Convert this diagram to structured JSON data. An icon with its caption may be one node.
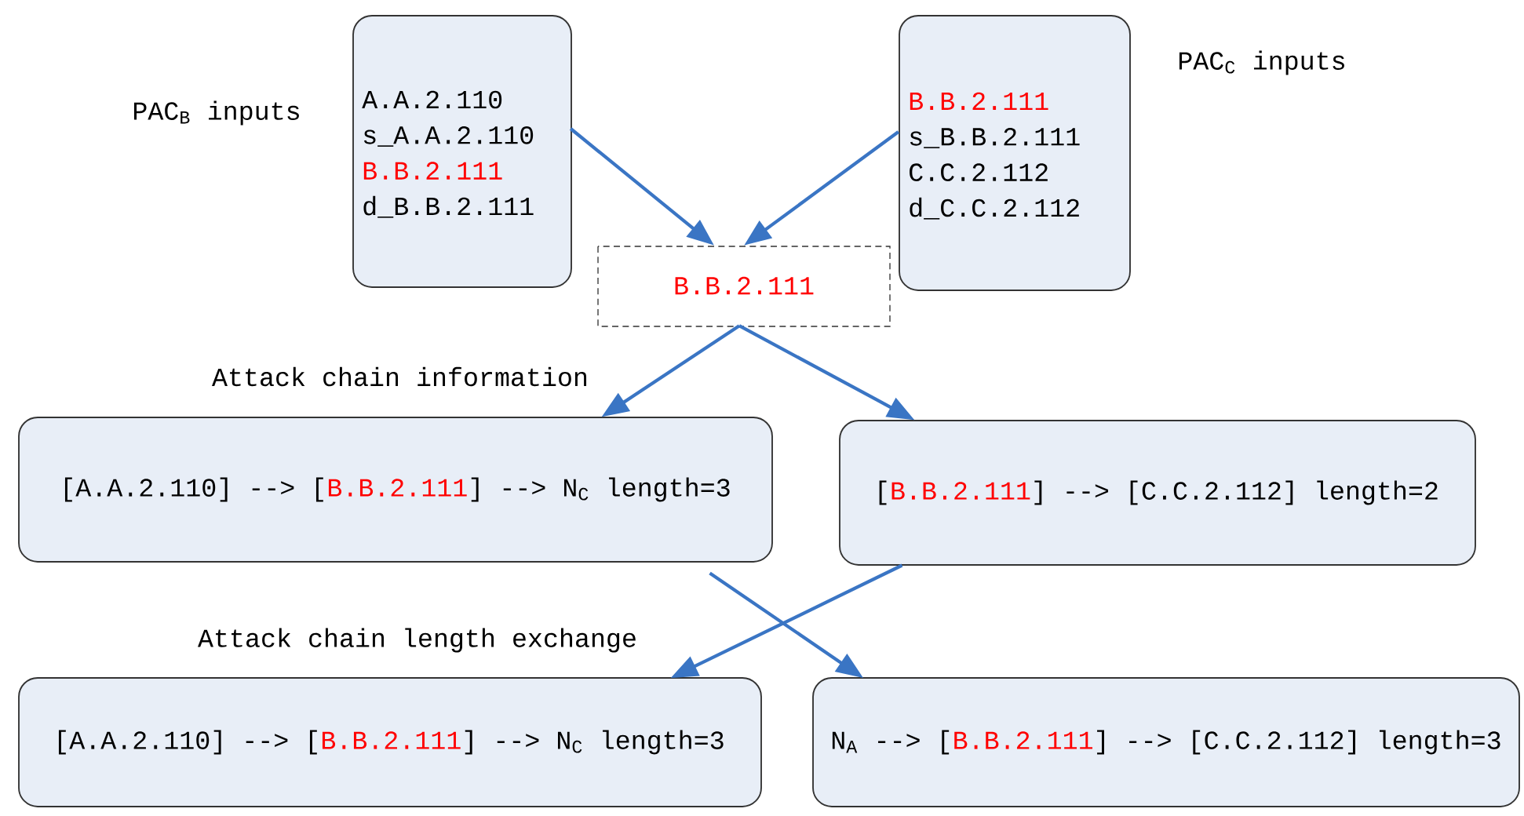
{
  "diagram": {
    "nodes": [
      {
        "text": [
          "A.A.2.110",
          "s_A.A.2.110",
          "B.B.2.111",
          "d_B.B.2.111"
        ],
        "beside": [
          "PAC$_{B}$ inputs"
        ]
      },
      {
        "text": [
          "B.B.2.111",
          "s_B.B.2.111",
          "C.C.2.112",
          "d_C.C.2.112"
        ],
        "beside": [
          "PAC$_{C}$ inputs"
        ]
      },
      {
        "text": [
          "B.B.2.111"
        ]
      },
      {
        "text": [
          "[A.A.2.110] --> [",
          "B.B.2.111",
          "] --> N$_{C}$ length=3"
        ]
      },
      {
        "text": [
          "[",
          "B.B.2.111",
          "] --> [C.C.2.112]  length=2"
        ]
      },
      {
        "text": [
          "[A.A.2.110] --> [",
          "B.B.2.111",
          "] --> N$_{C}$ length=3"
        ]
      },
      {
        "text": [
          "N$_{A}$ --> [",
          "B.B.2.111",
          "] --> [C.C.2.112] length=3"
        ]
      }
    ],
    "edges": [
      {
        "from": 0,
        "to": 2,
        "arrow": "to"
      },
      {
        "from": 1,
        "to": 2,
        "arrow": "to"
      },
      {
        "from": 2,
        "to": 3,
        "arrow": "to"
      },
      {
        "from": 2,
        "to": 4,
        "arrow": "to"
      },
      {
        "from": 4,
        "to": 5,
        "arrow": "to"
      },
      {
        "from": 3,
        "to": 6,
        "arrow": "to"
      }
    ],
    "labels": [
      "Attack chain information",
      "Attack chain length exchange"
    ]
  }
}
